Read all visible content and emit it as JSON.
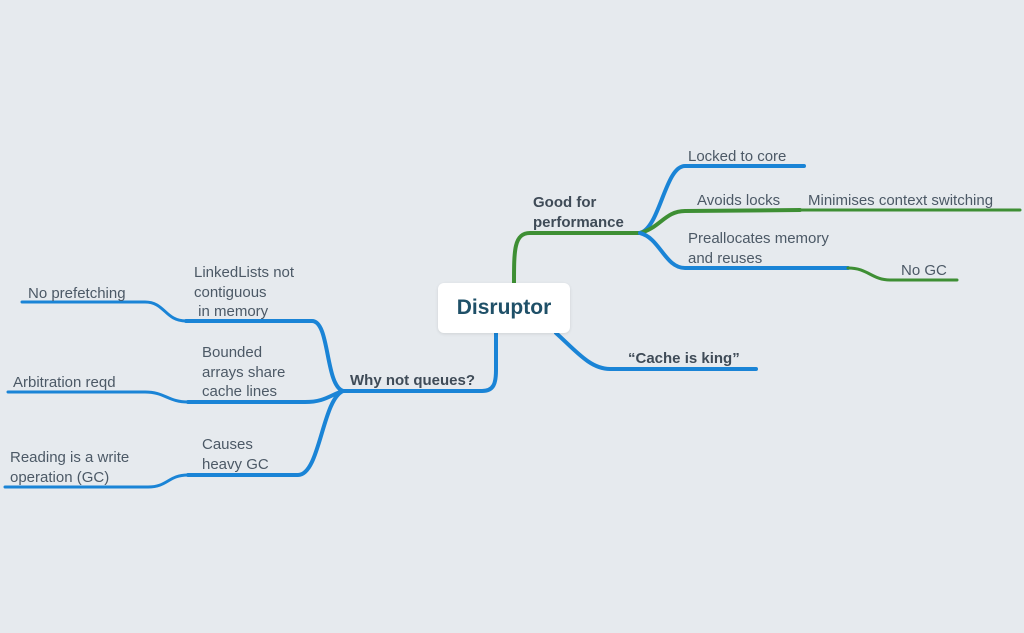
{
  "root": "Disruptor",
  "colors": {
    "background": "#e6eaee",
    "blue_branch": "#1a84d6",
    "green_branch": "#3e8f34",
    "root_text": "#1f5068",
    "label_text": "#4c5966"
  },
  "branches": {
    "good_for_performance": {
      "label": [
        "Good for",
        "performance"
      ],
      "children": {
        "locked_to_core": "Locked to core",
        "avoids_locks": "Avoids locks",
        "minimises_context_switching": "Minimises context switching",
        "preallocates": [
          "Preallocates memory",
          "and reuses"
        ],
        "no_gc": "No GC"
      }
    },
    "cache_is_king": {
      "label": "“Cache is king”"
    },
    "why_not_queues": {
      "label": "Why not queues?",
      "children": {
        "linkedlists": [
          "LinkedLists not",
          "contiguous",
          " in memory"
        ],
        "no_prefetching": "No prefetching",
        "bounded_arrays": [
          "Bounded",
          "arrays share",
          "cache lines"
        ],
        "arbitration": "Arbitration reqd",
        "causes_gc": [
          "Causes",
          "heavy GC"
        ],
        "reading_write": [
          "Reading is a write",
          "operation (GC)"
        ]
      }
    }
  }
}
